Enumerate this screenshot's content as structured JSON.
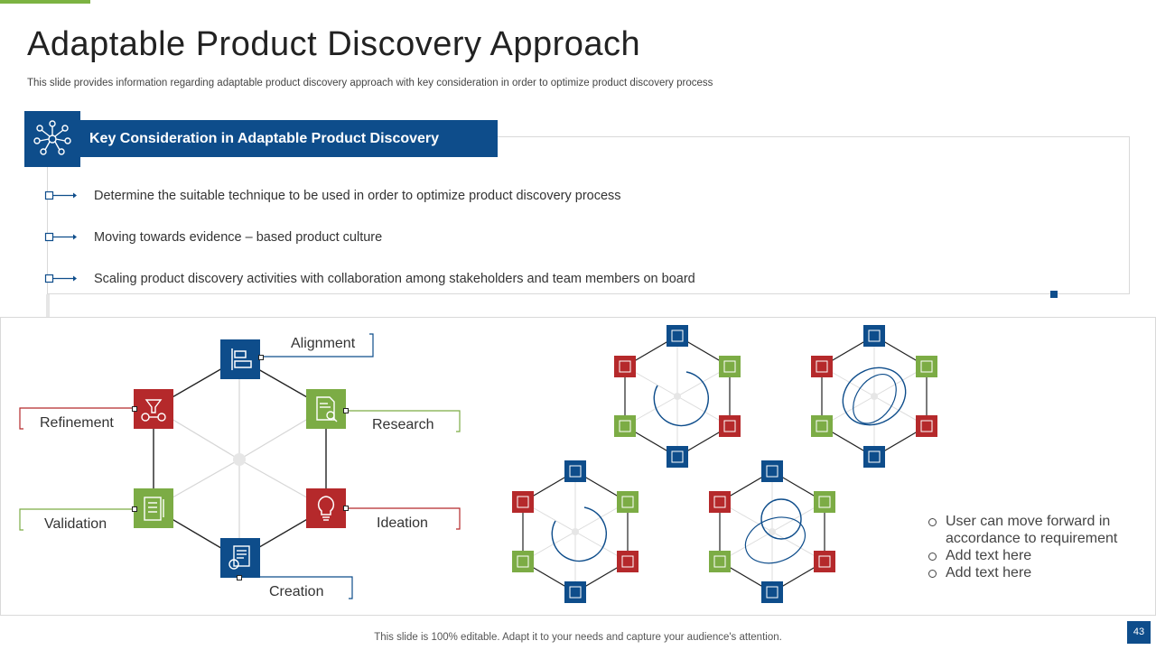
{
  "title": "Adaptable Product Discovery Approach",
  "subtitle": "This slide provides information regarding adaptable product discovery approach with key  consideration in order to optimize product discovery process",
  "key_consideration": {
    "header": "Key Consideration in Adaptable Product Discovery",
    "icon": "network-icon",
    "bullets": [
      "Determine the suitable technique to be used in order to optimize product discovery process",
      "Moving towards evidence – based product culture",
      "Scaling product discovery activities with collaboration among stakeholders and team members on board"
    ]
  },
  "hexagon": {
    "nodes": [
      {
        "label": "Alignment",
        "icon": "alignment-icon",
        "color": "#0e4d8b"
      },
      {
        "label": "Research",
        "icon": "research-document-icon",
        "color": "#7cac45"
      },
      {
        "label": "Ideation",
        "icon": "lightbulb-icon",
        "color": "#b5292b"
      },
      {
        "label": "Creation",
        "icon": "creation-document-icon",
        "color": "#0e4d8b"
      },
      {
        "label": "Validation",
        "icon": "checklist-icon",
        "color": "#7cac45"
      },
      {
        "label": "Refinement",
        "icon": "refinement-funnel-icon",
        "color": "#b5292b"
      }
    ]
  },
  "side_notes": [
    "User can move forward in accordance to requirement",
    "Add text here",
    "Add text here"
  ],
  "footer": "This slide is 100% editable. Adapt it to your needs and capture your audience's attention.",
  "page_number": "43",
  "colors": {
    "blue": "#0e4d8b",
    "green": "#7cac45",
    "red": "#b5292b",
    "accent": "#7cb342"
  }
}
